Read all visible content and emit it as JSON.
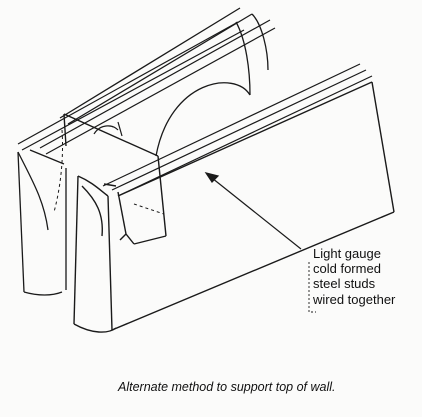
{
  "figure": {
    "callout_lines": [
      "Light gauge",
      "cold formed",
      "steel studs",
      "wired together"
    ],
    "caption": "Alternate method to support top of wall."
  },
  "colors": {
    "ink": "#1a1a1a",
    "paper": "#fbfbfa",
    "shadow": "#d6d6d4"
  }
}
